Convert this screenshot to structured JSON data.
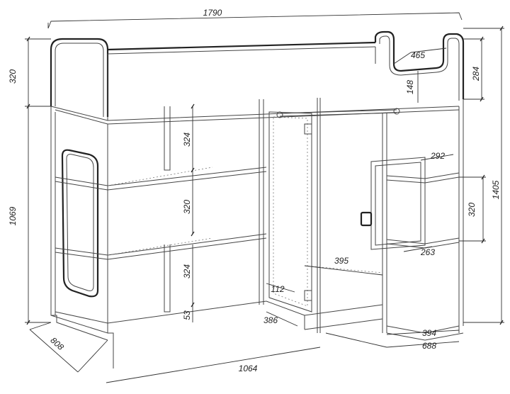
{
  "drawing": {
    "dimensions": {
      "total_length": "1790",
      "top_guard_height": "320",
      "ladder_guard_height": "284",
      "ladder_opening_width": "465",
      "ladder_opening_depth": "148",
      "side_height": "1069",
      "shelf_top_gap": "324",
      "shelf_middle_gap": "320",
      "shelf_bottom_gap": "324",
      "plinth_height": "53",
      "shelf_step_small": "112",
      "wardrobe_depth": "395",
      "door_width": "386",
      "overall_height": "1405",
      "side_shelf_width": "292",
      "side_shelf_gap": "320",
      "side_shelf_depth": "263",
      "side_unit_depth": "394",
      "side_unit_width": "688",
      "depth": "808",
      "desk_length": "1064"
    }
  }
}
